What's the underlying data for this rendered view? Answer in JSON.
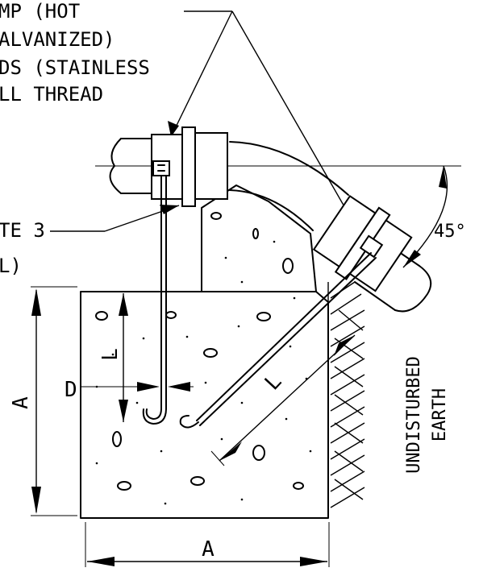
{
  "callouts": {
    "clamp_line_1": "MP (HOT",
    "clamp_line_2": "ALVANIZED)",
    "rod_line_1": "DS (STAINLESS",
    "rod_line_2": "LL THREAD",
    "note_line_1": "TE 3",
    "note_line_2": "L)"
  },
  "dimensions": {
    "depth_a": "A",
    "width_a": "A",
    "embed_l_vertical": "L",
    "embed_l_diagonal": "L",
    "diameter": "D",
    "angle": "45°"
  },
  "labels": {
    "earth_line_1": "UNDISTURBED",
    "earth_line_2": "EARTH"
  }
}
